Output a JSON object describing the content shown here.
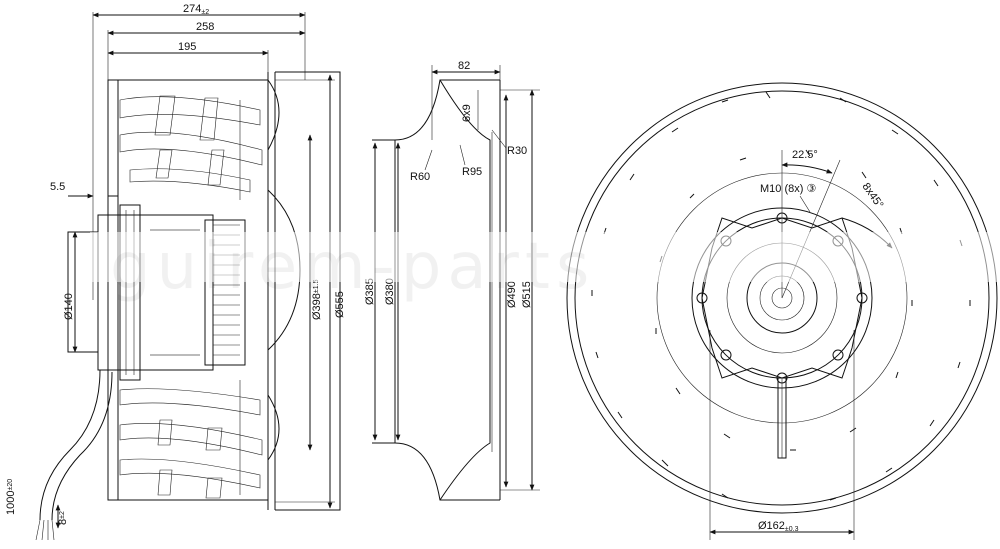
{
  "side_view": {
    "dim_274": "274",
    "dim_274_tol": "±2",
    "dim_258": "258",
    "dim_195": "195",
    "dim_5_5": "5.5",
    "dim_d140": "Ø140",
    "dim_d398": "Ø398",
    "dim_d398_tol": "±1.5",
    "dim_d555": "Ø555",
    "dim_cable": "1000",
    "dim_cable_tol": "±20",
    "dim_lead": "8",
    "dim_lead_tol": "±2"
  },
  "inlet_ring": {
    "dim_82": "82",
    "dim_6x9": "6x9",
    "dim_r30": "R30",
    "dim_r60": "R60",
    "dim_r95": "R95",
    "dim_d385": "Ø385",
    "dim_d380": "Ø380",
    "dim_d490": "Ø490",
    "dim_d515": "Ø515"
  },
  "front_view": {
    "dim_22_5": "22.5°",
    "dim_m10": "M10 (8x) ③",
    "dim_8x45": "8x45°",
    "dim_d162": "Ø162",
    "dim_d162_tol": "±0.3"
  },
  "watermark": {
    "text": "guirem-parts"
  },
  "colors": {
    "line": "#111111",
    "background": "#ffffff"
  }
}
